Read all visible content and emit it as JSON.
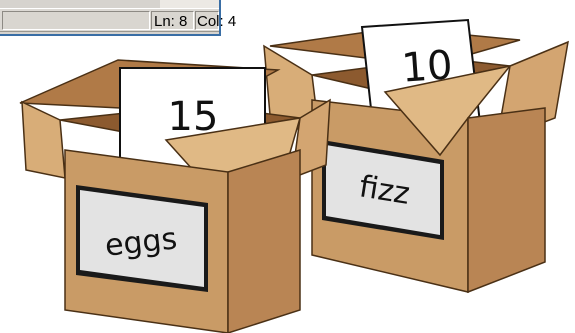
{
  "status_bar": {
    "line": "Ln: 8",
    "column": "Col: 4"
  },
  "boxes": [
    {
      "label": "eggs",
      "value": "15"
    },
    {
      "label": "fizz",
      "value": "10"
    }
  ],
  "colors": {
    "box_front": "#c99b66",
    "box_side": "#b98554",
    "box_inside": "#8c5a2f",
    "label_panel": "#e3e3e3",
    "card": "#ffffff",
    "window_border": "#3a6ea5"
  }
}
